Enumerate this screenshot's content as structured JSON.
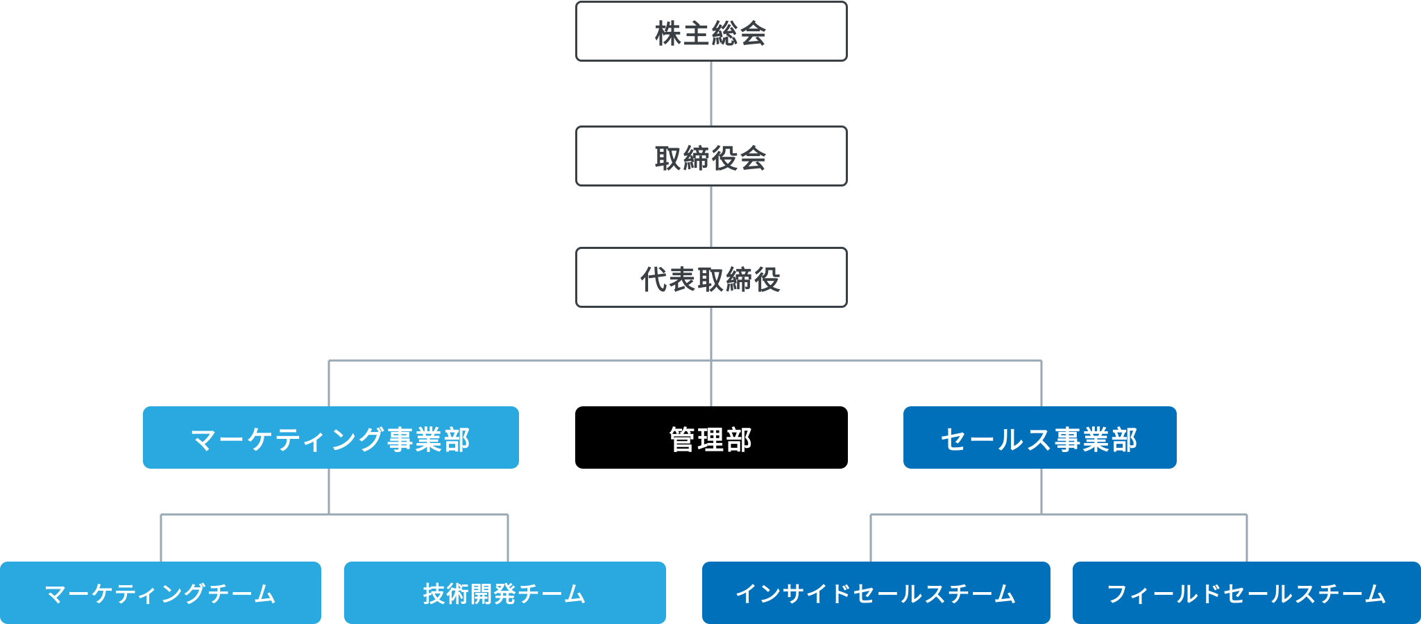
{
  "org": {
    "shareholders_meeting": "株主総会",
    "board": "取締役会",
    "ceo": "代表取締役",
    "departments": {
      "marketing": {
        "label": "マーケティング事業部",
        "teams": [
          "マーケティングチーム",
          "技術開発チーム"
        ]
      },
      "administration": {
        "label": "管理部"
      },
      "sales": {
        "label": "セールス事業部",
        "teams": [
          "インサイドセールスチーム",
          "フィールドセールスチーム"
        ]
      }
    }
  },
  "colors": {
    "outline": "#3a3f44",
    "connector": "#9aa8b6",
    "marketing": "#2aa8e0",
    "administration": "#000000",
    "sales": "#0070bb"
  }
}
